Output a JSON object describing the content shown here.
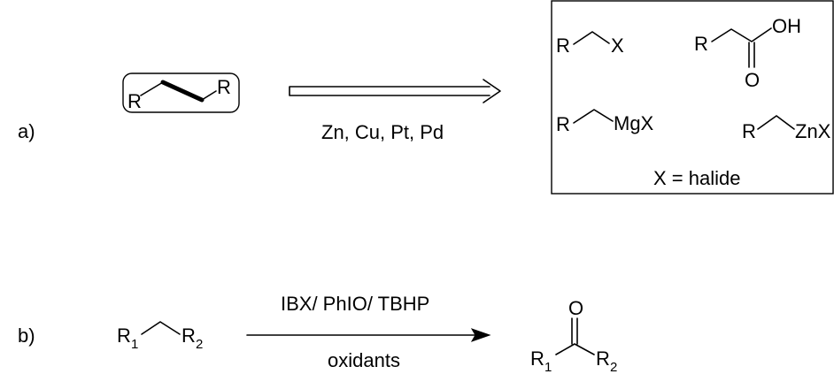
{
  "scheme_a": {
    "label": "a)",
    "reactant": {
      "r_left": "R",
      "r_right": "R"
    },
    "conditions": "Zn, Cu, Pt, Pd",
    "products": {
      "alkyl_halide": {
        "r": "R",
        "x": "X"
      },
      "acid": {
        "r": "R",
        "oh": "OH",
        "o": "O"
      },
      "grignard": {
        "r": "R",
        "mgx": "MgX"
      },
      "organozinc": {
        "r": "R",
        "znx": "ZnX"
      },
      "legend": "X = halide"
    }
  },
  "scheme_b": {
    "label": "b)",
    "reactant": {
      "r1": "R",
      "r1_sub": "1",
      "r2": "R",
      "r2_sub": "2"
    },
    "reagents": "IBX/ PhIO/ TBHP",
    "conditions": "oxidants",
    "product": {
      "o": "O",
      "r1": "R",
      "r1_sub": "1",
      "r2": "R",
      "r2_sub": "2"
    }
  }
}
